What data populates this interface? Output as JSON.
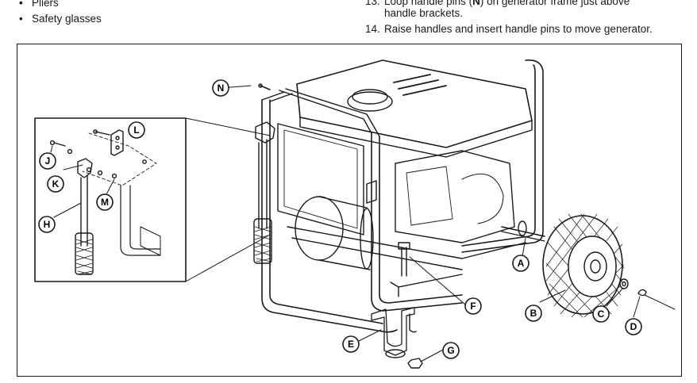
{
  "tools": {
    "items": [
      "",
      "Pliers",
      "Safety glasses"
    ]
  },
  "steps": [
    {
      "number": "13.",
      "line1_before": "Loop handle pins (",
      "line1_key": "N",
      "line1_after": ") on generator frame just above",
      "line2": "handle brackets."
    },
    {
      "number": "14.",
      "line1_before": "Raise handles and insert handle pins to move generator.",
      "line1_key": "",
      "line1_after": "",
      "line2": ""
    }
  ],
  "figure": {
    "callouts": {
      "A": "A",
      "B": "B",
      "C": "C",
      "D": "D",
      "E": "E",
      "F": "F",
      "G": "G",
      "H": "H",
      "J": "J",
      "K": "K",
      "L": "L",
      "M": "M",
      "N": "N"
    }
  }
}
